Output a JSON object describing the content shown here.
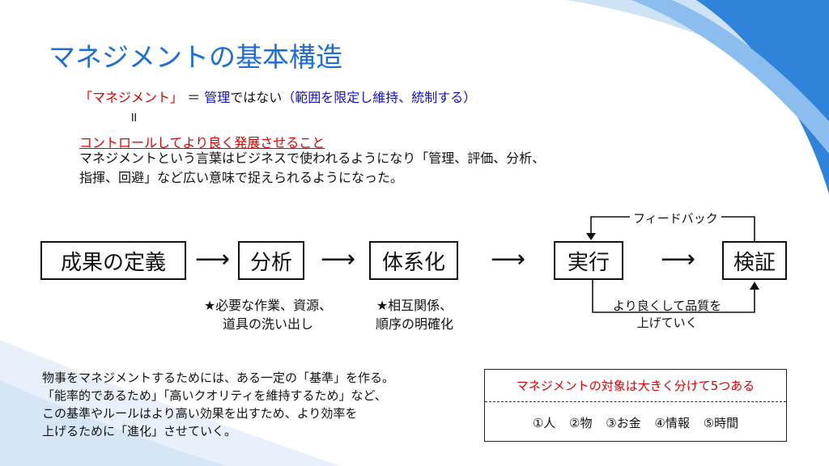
{
  "title": "マネジメントの基本構造",
  "definition": {
    "term": "「マネジメント」",
    "equals": " ＝ ",
    "not_kanri_prefix": "管理",
    "not_kanri_suffix": "ではない",
    "paren": "（範囲を限定し維持、統制する）",
    "eq_mark": "॥"
  },
  "control_text": "コントロールしてより良く発展させること",
  "description": [
    "マネジメントという言葉はビジネスで使われるようになり「管理、評価、分析、",
    "指揮、回避」など広い意味で捉えられるようになった。"
  ],
  "flow": {
    "steps": [
      "成果の定義",
      "分析",
      "体系化",
      "実行",
      "検証"
    ],
    "arrow": "⟶",
    "notes": {
      "bunseki": [
        "★必要な作業、資源、",
        "道具の洗い出し"
      ],
      "taikeika": [
        "★相互関係、",
        "順序の明確化"
      ]
    },
    "feedback_label": "フィードバック",
    "better_label": [
      "より良くして品質を",
      "上げていく"
    ]
  },
  "bottom_text": [
    "物事をマネジメントするためには、ある一定の「基準」を作る。",
    "「能率的であるため」「高いクオリティを維持するため」など、",
    "この基準やルールはより高い効果を出すため、より効率を",
    "上げるために「進化」させていく。"
  ],
  "targets": {
    "title": "マネジメントの対象は大きく分けて5つある",
    "items": "①人 ②物 ③お金 ④情報 ⑤時間"
  },
  "colors": {
    "title_blue": "#1e6ed8",
    "red": "#e00000",
    "blue_text": "#1010c8",
    "deco_dark": "#2f83d8",
    "deco_light": "#9cc7ef"
  }
}
